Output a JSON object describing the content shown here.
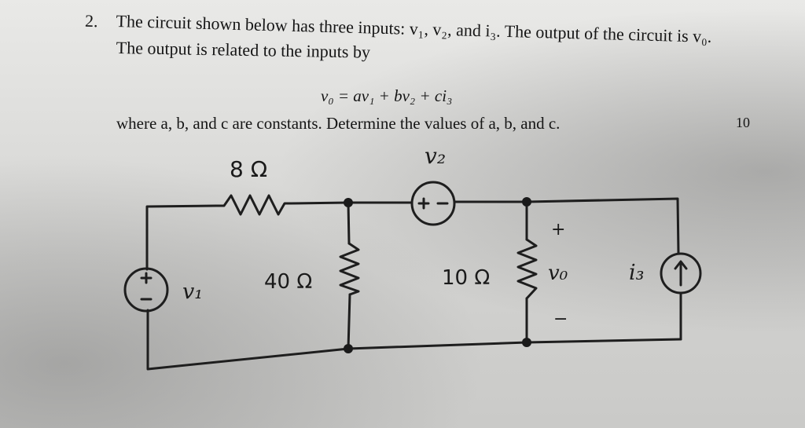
{
  "problem": {
    "number": "2.",
    "line1": "The circuit shown below has three inputs: v₁, v₂, and i₃. The output of the circuit is v₀.",
    "line2": "The output is related to the inputs by",
    "equation": "v₀ = av₁ + bv₂ + ci₃",
    "line3": "where a, b, and c are constants. Determine the values of a, b, and c.",
    "points": "10"
  },
  "circuit": {
    "r1_label": "8 Ω",
    "r2_label": "40 Ω",
    "r3_label": "10 Ω",
    "v1_label": "v₁",
    "v2_label": "v₂",
    "i3_label": "i₃",
    "vo_label": "v₀",
    "plus": "+",
    "minus": "−"
  }
}
